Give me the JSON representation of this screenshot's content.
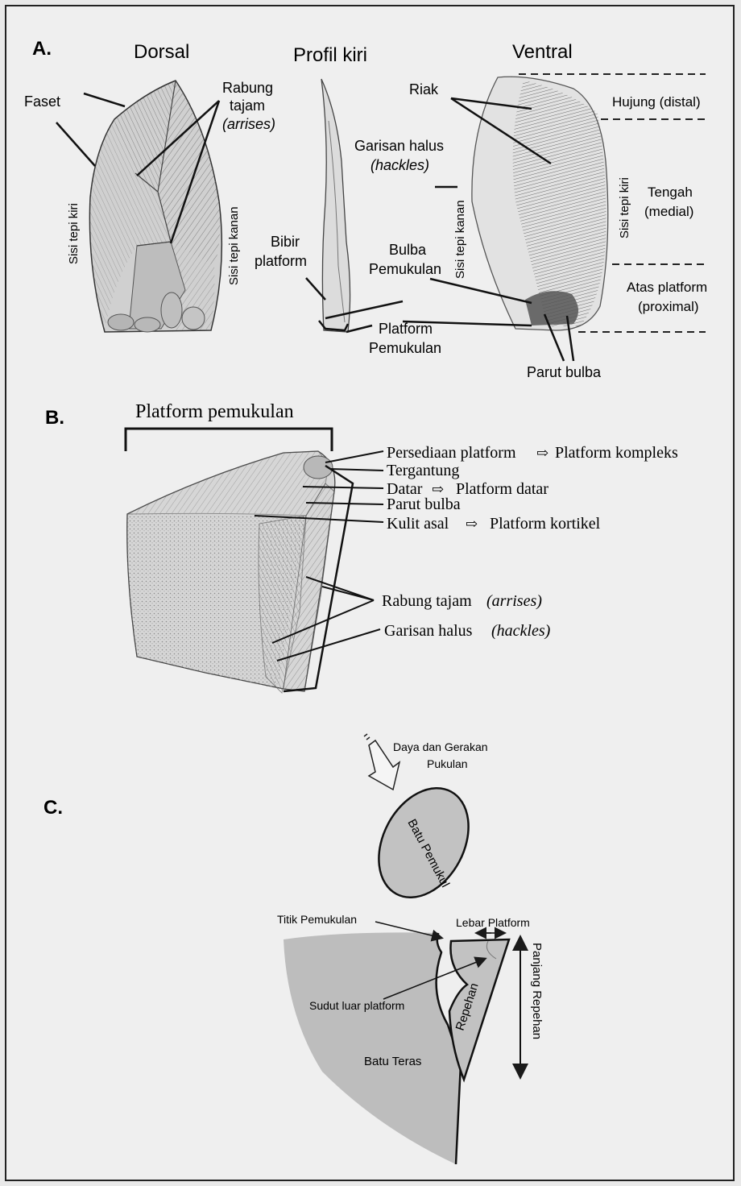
{
  "panelA": {
    "letter": "A.",
    "dorsal_title": "Dorsal",
    "profile_title": "Profil kiri",
    "ventral_title": "Ventral",
    "faset": "Faset",
    "rabung_1": "Rabung",
    "rabung_2": "tajam",
    "rabung_3": "(arrises)",
    "sisi_kiri": "Sisi tepi kiri",
    "sisi_kanan": "Sisi tepi kanan",
    "garisan_1": "Garisan halus",
    "garisan_2": "(hackles)",
    "bibir_1": "Bibir",
    "bibir_2": "platform",
    "bulba_1": "Bulba",
    "bulba_2": "Pemukulan",
    "platform_1": "Platform",
    "platform_2": "Pemukulan",
    "riak": "Riak",
    "sisi_kanan_profile": "Sisi tepi kanan",
    "sisi_kiri_ventral": "Sisi tepi kiri",
    "parut_bulba": "Parut bulba",
    "hujung": "Hujung (distal)",
    "tengah_1": "Tengah",
    "tengah_2": "(medial)",
    "atas_1": "Atas platform",
    "atas_2": "(proximal)"
  },
  "panelB": {
    "letter": "B.",
    "title": "Platform pemukulan",
    "labels": [
      {
        "left": "Persediaan platform",
        "right": "Platform kompleks"
      },
      {
        "left": "Tergantung",
        "right": ""
      },
      {
        "left": "Datar",
        "right": "Platform datar"
      },
      {
        "left": "Parut bulba",
        "right": ""
      },
      {
        "left": "Kulit asal",
        "right": "Platform kortikel"
      }
    ],
    "rabung": "Rabung tajam",
    "rabung_em": "(arrises)",
    "garisan": "Garisan halus",
    "garisan_em": "(hackles)"
  },
  "panelC": {
    "letter": "C.",
    "daya_1": "Daya dan Gerakan",
    "daya_2": "Pukulan",
    "batu_pemukul": "Batu Pemukul",
    "titik": "Titik Pemukulan",
    "lebar": "Lebar Platform",
    "sudut": "Sudut luar platform",
    "repehan": "Repehan",
    "panjang": "Panjang Repehan",
    "batu_teras": "Batu Teras"
  },
  "colors": {
    "ink": "#1a1a1a",
    "stone_fill": "#c2c2c2",
    "core_fill": "#bdbdbd",
    "background": "#efefef"
  }
}
